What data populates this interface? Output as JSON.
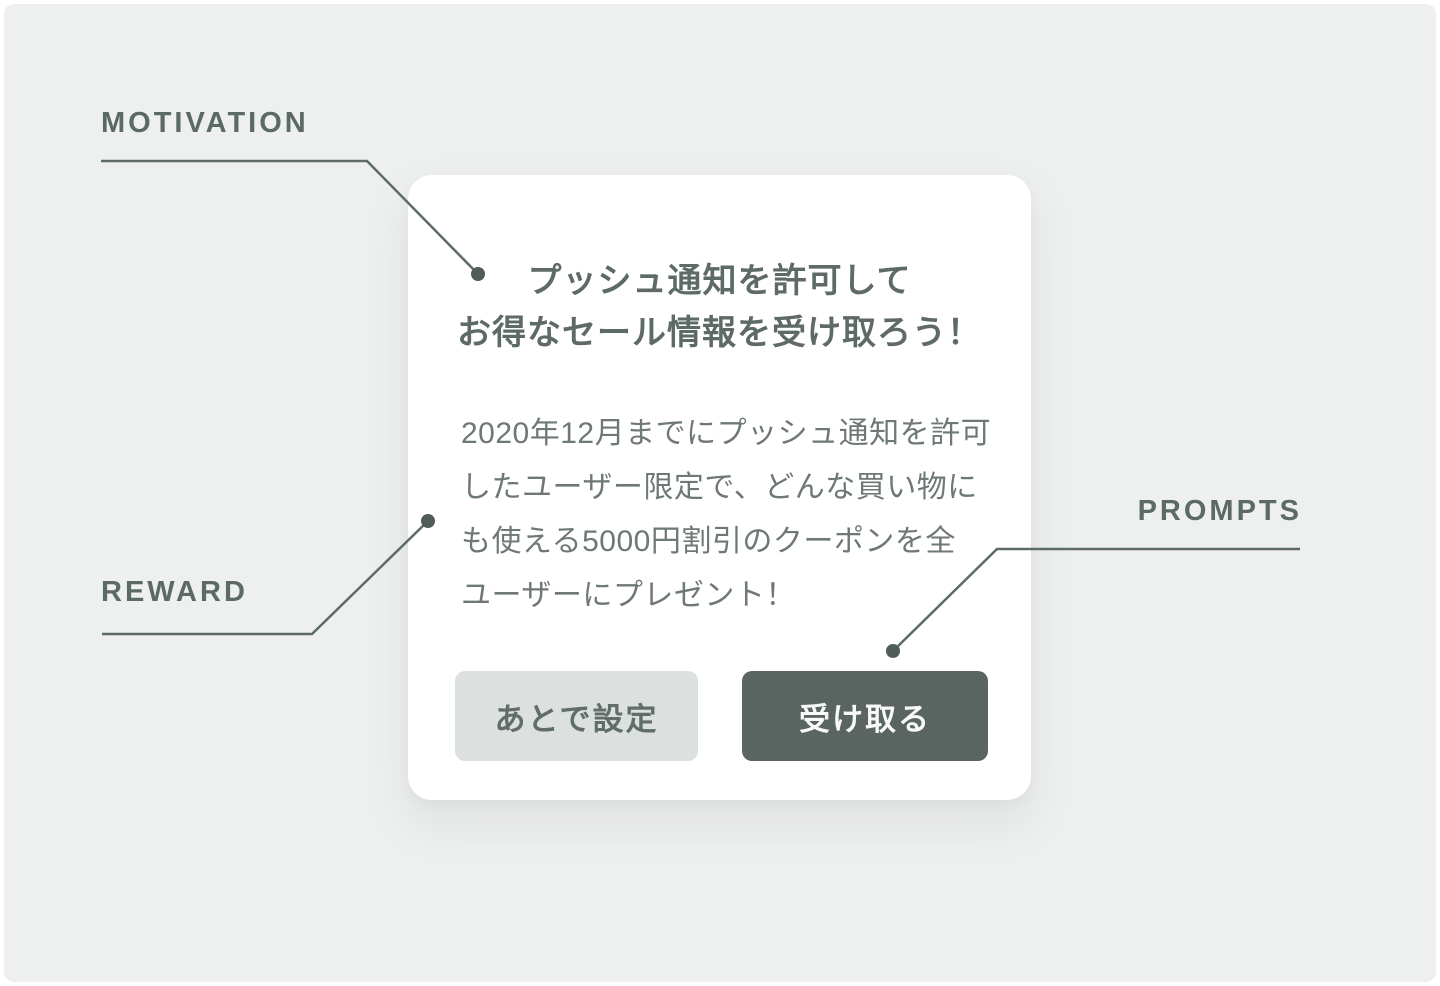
{
  "annotations": {
    "motivation": {
      "label": "MOTIVATION"
    },
    "reward": {
      "label": "REWARD"
    },
    "prompts": {
      "label": "PROMPTS"
    }
  },
  "dialog": {
    "title_lines": [
      "プッシュ通知を許可して",
      "お得なセール情報を受け取ろう！"
    ],
    "body_lines": [
      "2020年12月までにプッシュ通知を許可",
      "したユーザー限定で、どんな買い物に",
      "も使える5000円割引のクーポンを全",
      "ユーザーにプレゼント！"
    ],
    "buttons": {
      "secondary_label": "あとで設定",
      "primary_label": "受け取る"
    }
  },
  "colors": {
    "page_background": "#ffffff",
    "canvas_background": "#eef0ef",
    "card_background": "#ffffff",
    "annotation_ink": "#5c6a65",
    "title_text": "#5d6a66",
    "body_text": "#6e7875",
    "primary_button_background": "#5a6460",
    "primary_button_text": "#f7f8f7",
    "secondary_button_background": "#dce0de",
    "secondary_button_text": "#606d68",
    "leader_line": "#5d6b66",
    "leader_dot": "#4f5c57"
  }
}
